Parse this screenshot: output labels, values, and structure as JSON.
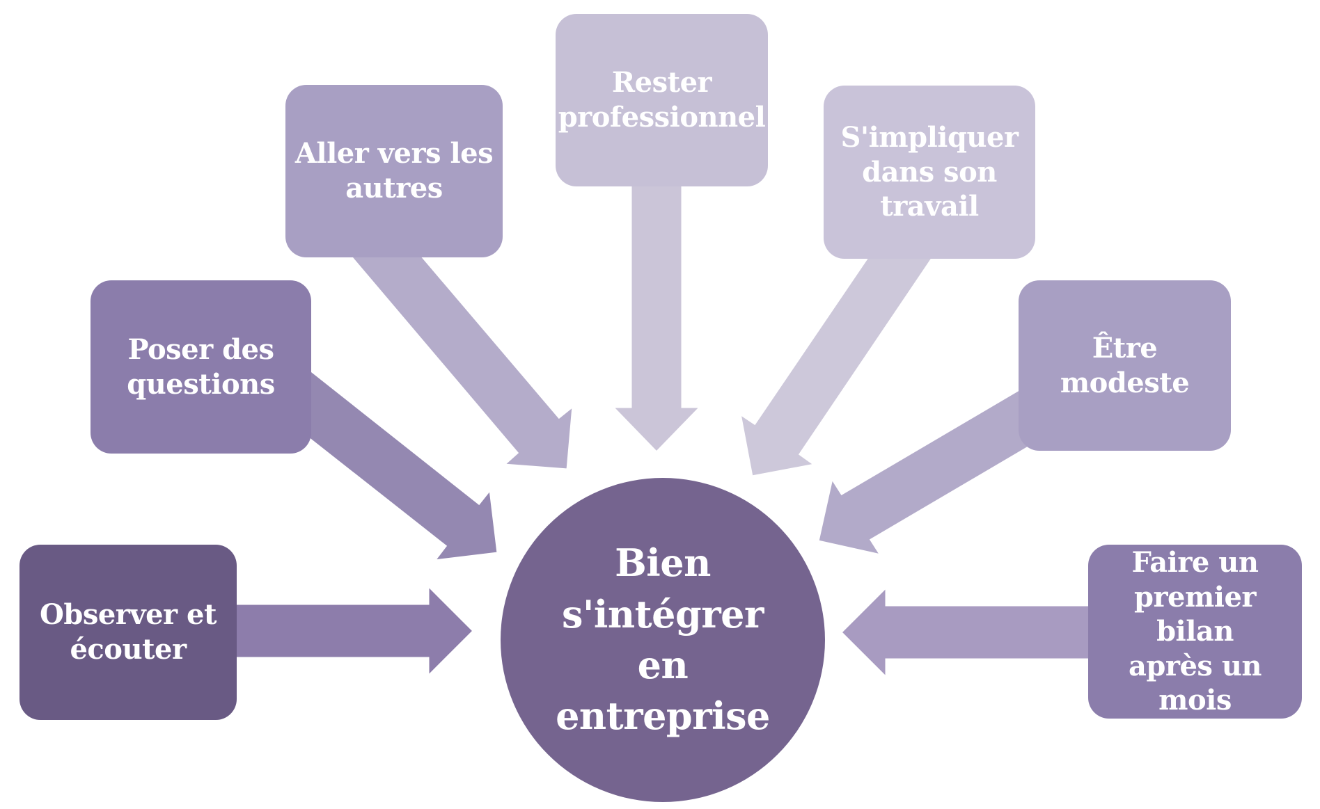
{
  "diagram": {
    "background_color": "#ffffff",
    "text_color": "#ffffff",
    "center": {
      "label": "Bien\ns'intégrer\nen\nentreprise",
      "color": "#75648f"
    },
    "factors": [
      {
        "label": "Observer et\nécouter",
        "box_color": "#695a84",
        "arrow_color": "#8d7dab"
      },
      {
        "label": "Poser des\nquestions",
        "box_color": "#8b7dab",
        "arrow_color": "#9488b1"
      },
      {
        "label": "Aller vers les\nautres",
        "box_color": "#a89fc3",
        "arrow_color": "#b4acca"
      },
      {
        "label": "Rester\nprofessionnel",
        "box_color": "#c6c0d6",
        "arrow_color": "#cbc5d8"
      },
      {
        "label": "S'impliquer\ndans son\ntravail",
        "box_color": "#c9c3d9",
        "arrow_color": "#cdc8da"
      },
      {
        "label": "Être modeste",
        "box_color": "#a89fc3",
        "arrow_color": "#b2aac9"
      },
      {
        "label": "Faire un\npremier bilan\naprès un\nmois",
        "box_color": "#8b7dab",
        "arrow_color": "#a89bc1"
      }
    ]
  }
}
